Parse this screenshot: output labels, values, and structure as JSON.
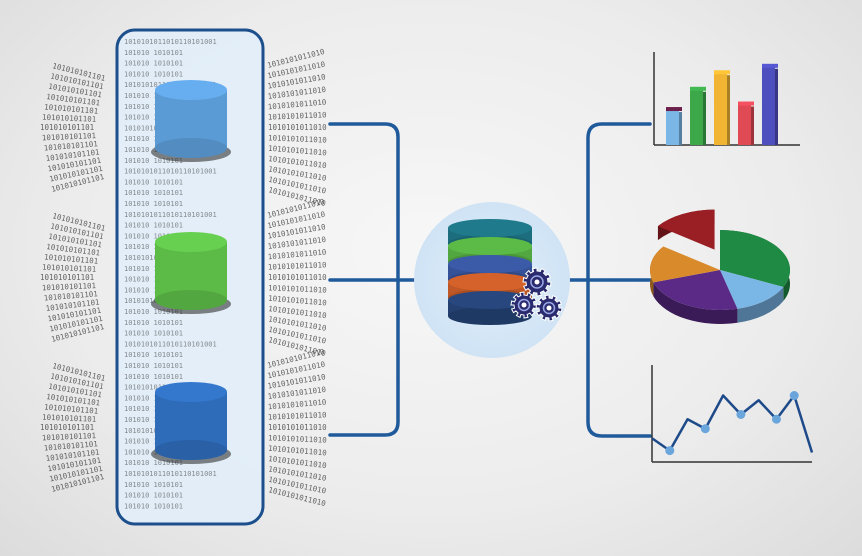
{
  "sources": {
    "binary_strings": [
      "1010101011010110101001",
      "1010101011010110101001",
      "1010101011010110101001",
      "1010101011010110101001"
    ],
    "databases": [
      {
        "color": "#5b9bd5"
      },
      {
        "color": "#5cba47"
      },
      {
        "color": "#2e6bb8"
      }
    ]
  },
  "connector_color": "#1f5a9a",
  "hub": {
    "disc_colors": [
      "#1f7a8c",
      "#5cba47",
      "#3b5aa8",
      "#d4622a",
      "#27477e"
    ],
    "gear_color": "#2a2a6e"
  },
  "outputs": {
    "bar_chart": {
      "bars": [
        {
          "value": 38,
          "color": "#7ab6e6"
        },
        {
          "value": 60,
          "color": "#3ca84a"
        },
        {
          "value": 78,
          "color": "#f2b533"
        },
        {
          "value": 44,
          "color": "#e04a55"
        },
        {
          "value": 85,
          "color": "#4e4fbf"
        }
      ],
      "first_bar_cap": "#6b1f4a"
    },
    "pie_chart": {
      "slices": [
        {
          "value": 32,
          "color": "#1f8a44"
        },
        {
          "value": 14,
          "color": "#7ab6e6"
        },
        {
          "value": 24,
          "color": "#5a2a86"
        },
        {
          "value": 15,
          "color": "#d98a2a"
        },
        {
          "value": 15,
          "color": "#9a1f24",
          "exploded": true
        }
      ]
    },
    "line_chart": {
      "points": [
        0.25,
        0.12,
        0.45,
        0.35,
        0.7,
        0.5,
        0.65,
        0.45,
        0.7,
        0.1
      ],
      "line_color": "#1f4a8a",
      "marker_color": "#6aa6dc"
    }
  }
}
